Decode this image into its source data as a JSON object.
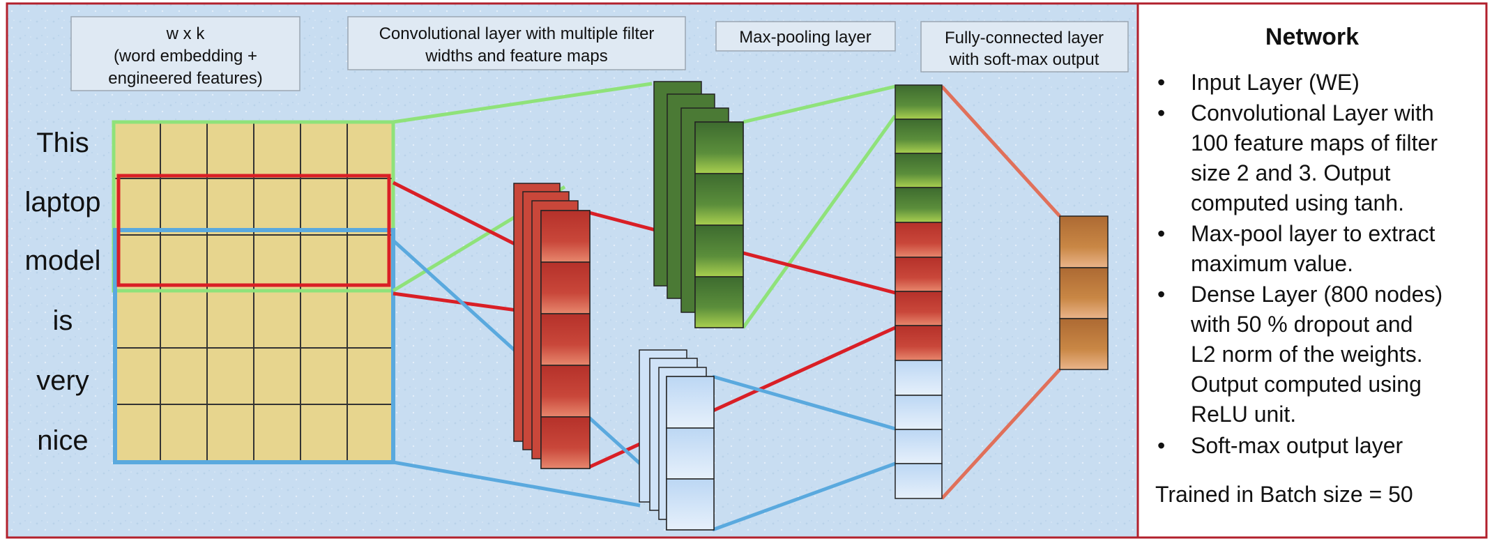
{
  "diagram": {
    "labels": {
      "input": [
        "w x k",
        "(word embedding +",
        "engineered features)"
      ],
      "conv": [
        "Convolutional layer with multiple filter",
        "widths and feature maps"
      ],
      "pool": [
        "Max-pooling layer"
      ],
      "dense": [
        "Fully-connected layer",
        "with soft-max output"
      ]
    },
    "words": [
      "This",
      "laptop",
      "model",
      "is",
      "very",
      "nice"
    ],
    "colors": {
      "frame": "#b2202c",
      "background": "#c9dff2",
      "grid_cell": "#e7d58e",
      "green_filter": "#8fe27a",
      "red_filter": "#d91f26",
      "blue_filter": "#5aa9de",
      "softmax_line": "#e0705a"
    }
  },
  "panel": {
    "title": "Network",
    "bullets": [
      [
        "Input Layer (WE)"
      ],
      [
        "Convolutional Layer with",
        "100 feature maps of filter",
        "size 2 and 3. Output",
        "computed using tanh."
      ],
      [
        "Max-pool layer to extract",
        "maximum value."
      ],
      [
        "Dense Layer (800 nodes)",
        "with 50 % dropout and",
        "L2 norm of the weights.",
        "Output computed using",
        "ReLU unit."
      ],
      [
        "Soft-max output layer"
      ]
    ],
    "footer": "Trained in Batch size = 50"
  }
}
